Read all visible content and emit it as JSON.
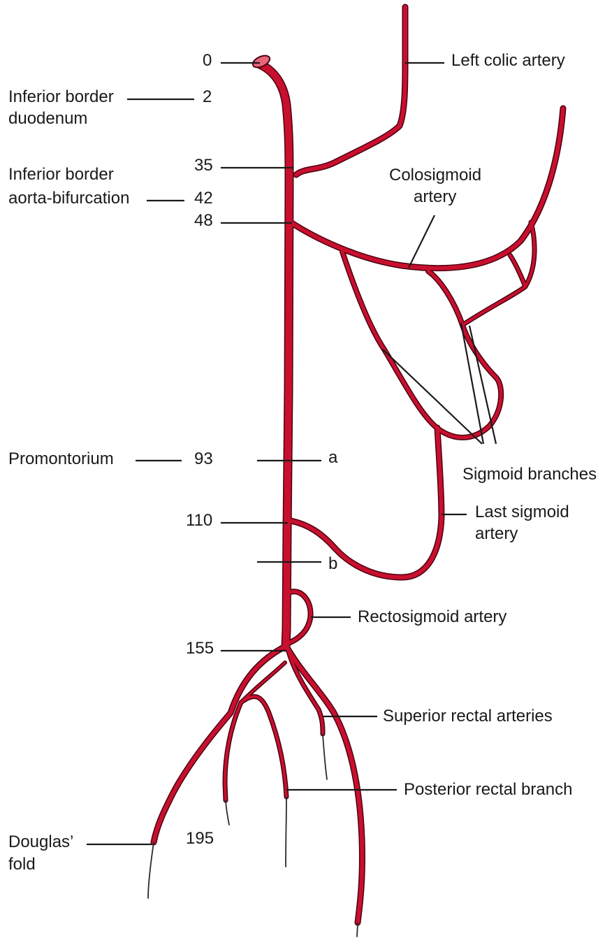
{
  "colors": {
    "artery": "#c8102e",
    "artery_outline": "#4a0010",
    "line": "#1a1a1a"
  },
  "labels": {
    "left_colic_artery": "Left colic artery",
    "inferior_border_duodenum_1": "Inferior border",
    "inferior_border_duodenum_2": "duodenum",
    "inferior_border_aorta_1": "Inferior border",
    "inferior_border_aorta_2": "aorta-bifurcation",
    "colosigmoid_1": "Colosigmoid",
    "colosigmoid_2": "artery",
    "promontorium": "Promontorium",
    "sigmoid_branches": "Sigmoid branches",
    "last_sigmoid_1": "Last sigmoid",
    "last_sigmoid_2": "artery",
    "rectosigmoid_artery": "Rectosigmoid artery",
    "superior_rectal_arteries": "Superior rectal arteries",
    "posterior_rectal_branch": "Posterior rectal branch",
    "douglas_fold_1": "Douglas’",
    "douglas_fold_2": "fold",
    "marker_a": "a",
    "marker_b": "b"
  },
  "distances": {
    "d0": "0",
    "d2": "2",
    "d35": "35",
    "d42": "42",
    "d48": "48",
    "d93": "93",
    "d110": "110",
    "d155": "155",
    "d195": "195"
  }
}
